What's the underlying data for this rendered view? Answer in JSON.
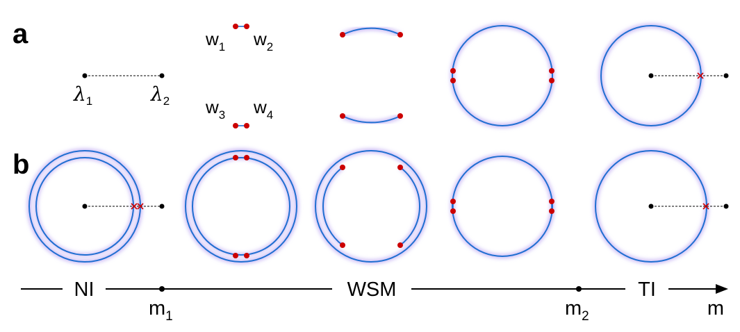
{
  "panels": {
    "a": "a",
    "b": "b"
  },
  "points_a": {
    "lambda": "λ",
    "lambda1_sub": "1",
    "lambda2_sub": "2",
    "w": "w",
    "w1_sub": "1",
    "w2_sub": "2",
    "w3_sub": "3",
    "w4_sub": "4"
  },
  "axis": {
    "phase_NI": "NI",
    "phase_WSM": "WSM",
    "phase_TI": "TI",
    "m": "m",
    "m1_sub": "1",
    "m2_sub": "2",
    "m_axis": "m"
  },
  "colors": {
    "ring": "#1f6fd1",
    "ring_glow": "#c9b8f5",
    "weyl_point": "#cc0000",
    "cross": "#cc0000",
    "dot": "#000000"
  }
}
